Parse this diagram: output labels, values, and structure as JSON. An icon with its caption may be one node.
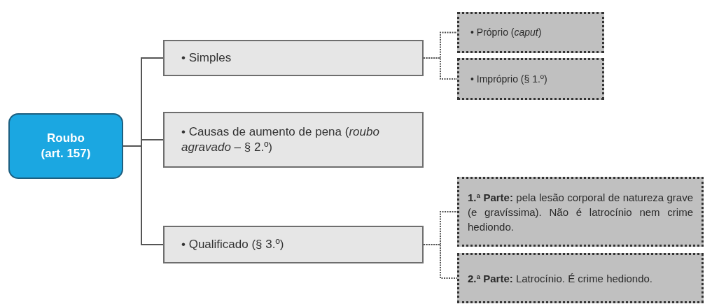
{
  "diagram": {
    "nodes": [
      {
        "text": [
          "Roubo (art. 157)"
        ]
      },
      {
        "text": [
          "• Simples"
        ]
      },
      {
        "text": [
          "• Causas de aumento de pena (*roubo agravado* – § 2.º)"
        ]
      },
      {
        "text": [
          "• Qualificado (§ 3.º)"
        ]
      },
      {
        "text": [
          "• Próprio (*caput*)"
        ]
      },
      {
        "text": [
          "• Impróprio (§ 1.º)"
        ]
      },
      {
        "text": [
          "**1.ª Parte:** pela lesão corporal de natureza grave (e gravíssima). Não é latrocínio nem crime hediondo."
        ]
      },
      {
        "text": [
          "**2.ª Parte:** Latrocínio. É crime hediondo."
        ]
      }
    ],
    "edges": [
      {
        "from": 0,
        "to": 1,
        "arrow": "none"
      },
      {
        "from": 0,
        "to": 2,
        "arrow": "none"
      },
      {
        "from": 0,
        "to": 3,
        "arrow": "none"
      },
      {
        "from": 1,
        "to": 4,
        "arrow": "none",
        "style": "dashed"
      },
      {
        "from": 1,
        "to": 5,
        "arrow": "none",
        "style": "dashed"
      },
      {
        "from": 3,
        "to": 6,
        "arrow": "none",
        "style": "dashed"
      },
      {
        "from": 3,
        "to": 7,
        "arrow": "none",
        "style": "dashed"
      }
    ]
  }
}
